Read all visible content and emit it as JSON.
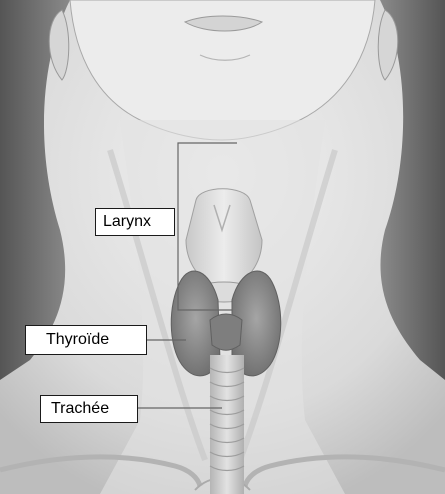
{
  "labels": {
    "larynx": "Larynx",
    "thyroide": "Thyroïde",
    "trachee": "Trachée"
  },
  "colors": {
    "skin": "#e6e6e6",
    "hair": "#6f6f6f",
    "larynx": "#d0d0d0",
    "thyroid": "#8a8a8a",
    "trachea": "#c8c8c8",
    "leader_line": "#666666",
    "label_border": "#1a1a1a"
  }
}
